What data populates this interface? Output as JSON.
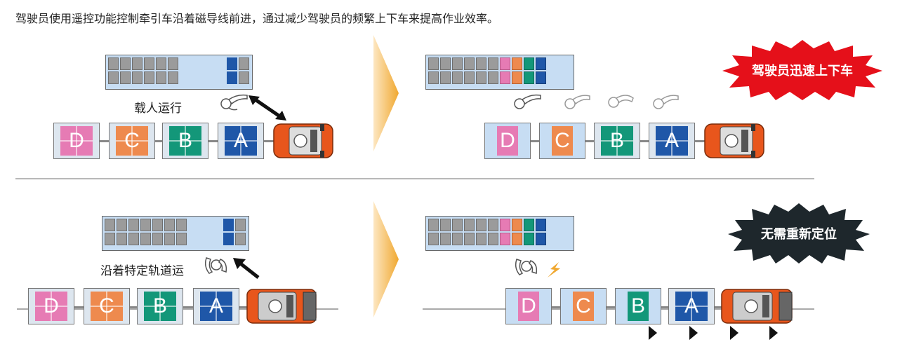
{
  "caption": "驾驶员使用遥控功能控制牵引车沿着磁导线前进，通过减少驾驶员的频繁上下车来提高作业效率。",
  "top_left": {
    "label": "载人运行"
  },
  "top_right": {
    "burst_text": "驾驶员迅速上下车",
    "burst_color": "#e5101a"
  },
  "bottom_left": {
    "label": "沿着特定轨道运"
  },
  "bottom_right": {
    "burst_text": "无需重新定位",
    "burst_color": "#1e272c"
  },
  "carts": [
    "D",
    "C",
    "B",
    "A"
  ],
  "colors": {
    "D": "#e67bb4",
    "C": "#ee8a4e",
    "B": "#139779",
    "A": "#1f57a8",
    "tractor": "#e8561c",
    "shelf": "#c7ddf3",
    "arrow": "#f0a830"
  }
}
